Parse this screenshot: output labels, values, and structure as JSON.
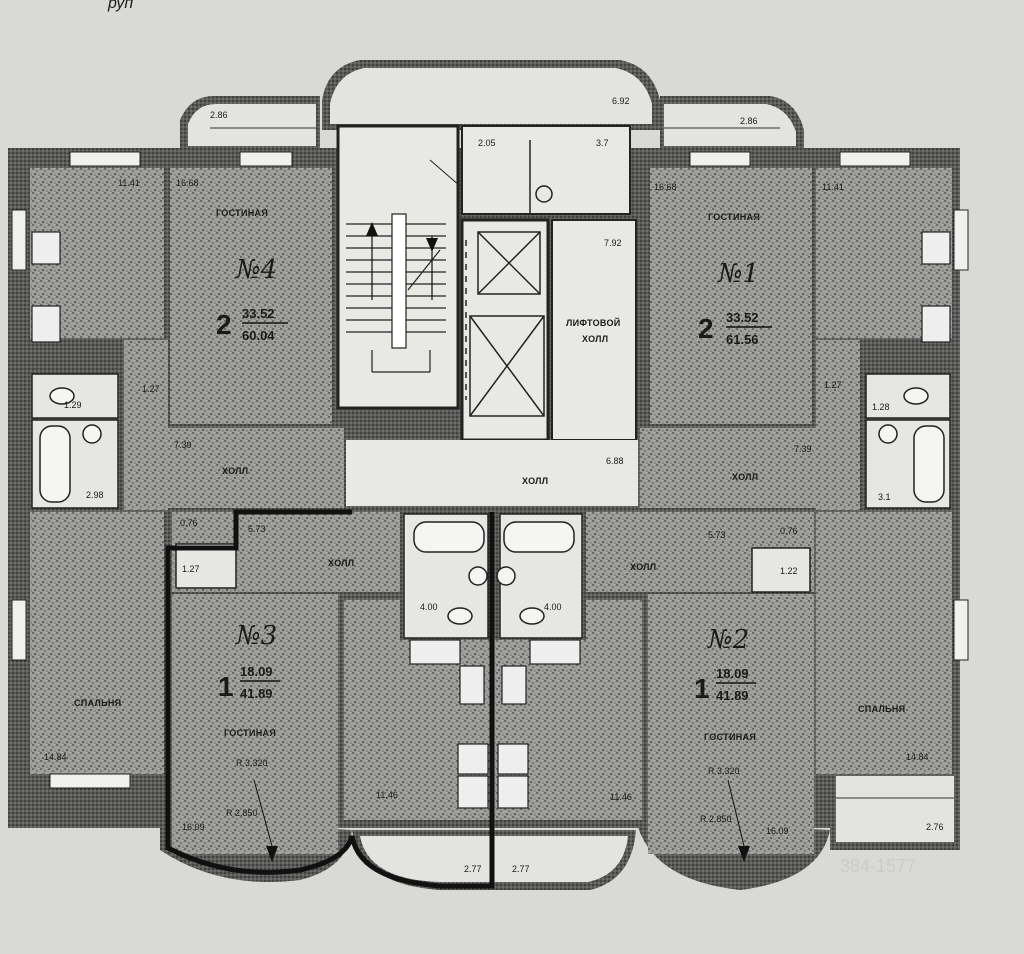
{
  "header": {
    "partial_text": "руп"
  },
  "apartments": [
    {
      "id": "apt-4",
      "number_label": "№4",
      "rooms": "2",
      "living_area": "33.52",
      "total_area": "60.04"
    },
    {
      "id": "apt-1",
      "number_label": "№1",
      "rooms": "2",
      "living_area": "33.52",
      "total_area": "61.56"
    },
    {
      "id": "apt-3",
      "number_label": "№3",
      "rooms": "1",
      "living_area": "18.09",
      "total_area": "41.89"
    },
    {
      "id": "apt-2",
      "number_label": "№2",
      "rooms": "1",
      "living_area": "18.09",
      "total_area": "41.89"
    }
  ],
  "room_names": {
    "living": "ГОСТИНАЯ",
    "hall": "ХОЛЛ",
    "bedroom": "СПАЛЬНЯ",
    "lift_hall_1": "ЛИФТОВОЙ",
    "lift_hall_2": "ХОЛЛ"
  },
  "dims": {
    "d_2_86": "2.86",
    "d_2_05": "2.05",
    "d_3_7": "3.7",
    "d_6_92": "6.92",
    "d_11_41": "11.41",
    "d_16_68": "16.68",
    "d_7_92": "7.92",
    "d_1_27": "1.27",
    "d_1_29": "1.29",
    "d_1_28": "1.28",
    "d_2_98": "2.98",
    "d_3_1": "3.1",
    "d_7_39": "7.39",
    "d_6_88": "6.88",
    "d_0_76": "0.76",
    "d_5_73": "5.73",
    "d_1_22": "1.22",
    "d_4_00": "4.00",
    "d_14_84": "14.84",
    "d_11_46": "11.46",
    "d_2_77": "2.77",
    "d_2_76": "2.76",
    "d_16_09": "16.09",
    "r_radius_1": "R 3.320",
    "r_radius_2": "R 2.850",
    "r_radius_3": "R 2.850"
  },
  "watermark": "384-1577",
  "colors": {
    "paper": "#d9d9d6",
    "wall": "#3a3a3a",
    "texture": "#8a8a88",
    "texture_dark": "#555555",
    "ink": "#111111"
  }
}
